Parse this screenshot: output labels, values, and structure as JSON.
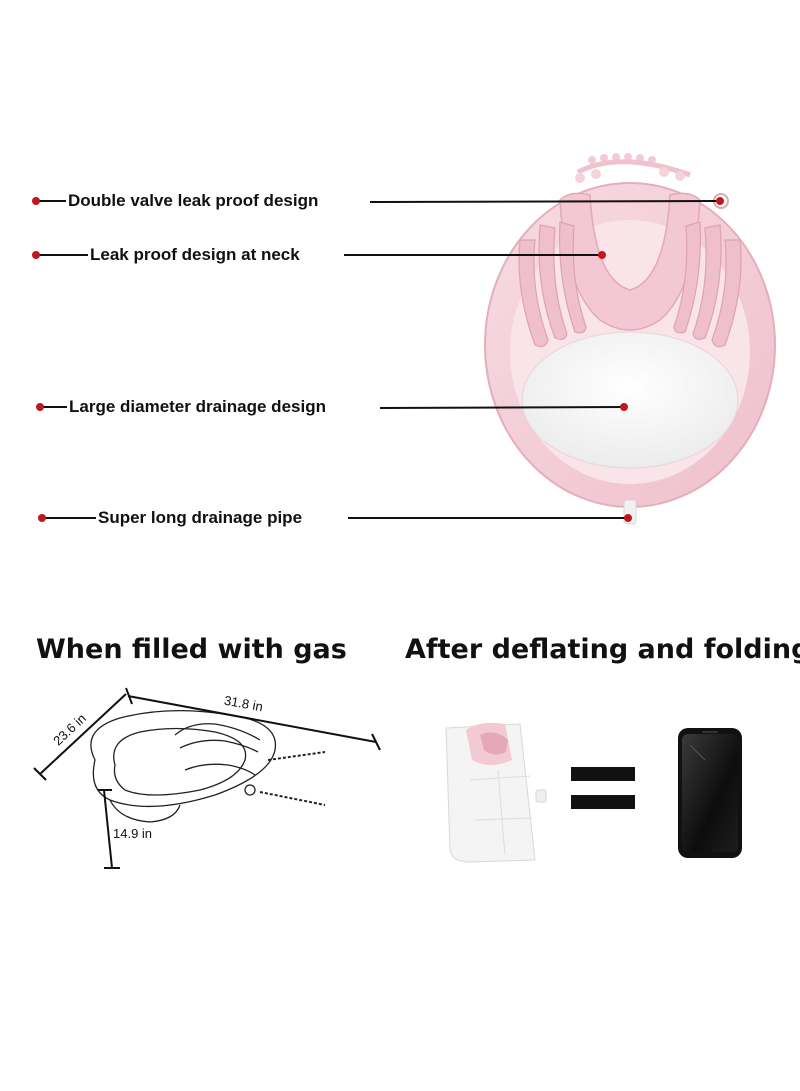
{
  "callouts": [
    {
      "label": "Double valve leak proof design"
    },
    {
      "label": "Leak proof design at neck"
    },
    {
      "label": "Large diameter drainage design"
    },
    {
      "label": "Super long drainage pipe"
    }
  ],
  "sections": {
    "inflated_heading": "When filled with gas",
    "folded_heading": "After deflating and folding"
  },
  "dimensions": {
    "length": "31.8 in",
    "width": "23.6 in",
    "height": "14.9 in"
  },
  "colors": {
    "basin_pink": "#f4cfd8",
    "basin_edge": "#e7b4c2",
    "dot_red": "#c0161d",
    "line": "#111111"
  },
  "icons": [
    "inflatable-basin-image",
    "folded-basin-image",
    "equals-icon",
    "smartphone-icon"
  ]
}
